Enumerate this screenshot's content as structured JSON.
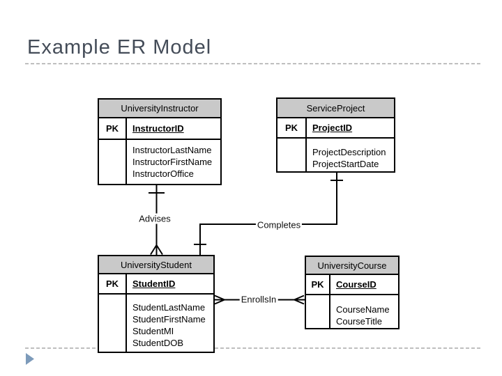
{
  "slide": {
    "title": "Example ER Model"
  },
  "tables": [
    {
      "title": "UniversityInstructor",
      "pk_label": "PK",
      "pk_field": "InstructorID",
      "attributes": [
        "InstructorLastName",
        "InstructorFirstName",
        "InstructorOffice"
      ]
    },
    {
      "title": "ServiceProject",
      "pk_label": "PK",
      "pk_field": "ProjectID",
      "attributes": [
        "ProjectDescription",
        "ProjectStartDate"
      ]
    },
    {
      "title": "UniversityStudent",
      "pk_label": "PK",
      "pk_field": "StudentID",
      "attributes": [
        "StudentLastName",
        "StudentFirstName",
        "StudentMI",
        "StudentDOB"
      ]
    },
    {
      "title": "UniversityCourse",
      "pk_label": "PK",
      "pk_field": "CourseID",
      "attributes": [
        "CourseName",
        "CourseTitle"
      ]
    }
  ],
  "relationships": [
    {
      "label": "Advises",
      "from": "UniversityInstructor",
      "from_cardinality": "one",
      "to": "UniversityStudent",
      "to_cardinality": "many"
    },
    {
      "label": "Completes",
      "from": "ServiceProject",
      "from_cardinality": "one",
      "to": "UniversityStudent",
      "to_cardinality": "one"
    },
    {
      "label": "EnrollsIn",
      "from": "UniversityStudent",
      "from_cardinality": "many",
      "to": "UniversityCourse",
      "to_cardinality": "many"
    }
  ],
  "colors": {
    "title_text": "#444c58",
    "table_header_bg": "#c9c9c9",
    "connector_line": "#000000",
    "dashed_rule": "#a8a8a8",
    "footer_arrow": "#7d9bba"
  }
}
